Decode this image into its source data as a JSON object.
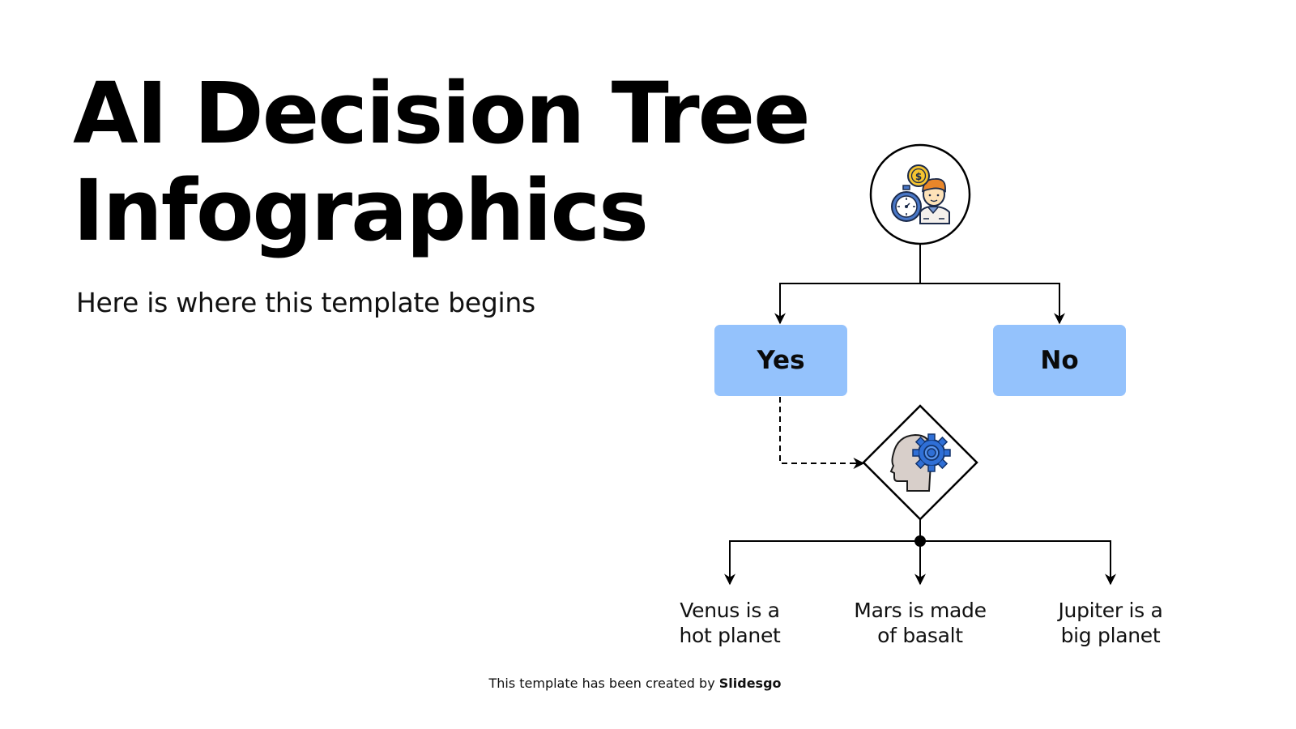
{
  "slide": {
    "title_line1": "AI Decision Tree",
    "title_line2": "Infographics",
    "subtitle": "Here is where this template begins"
  },
  "diagram": {
    "root_icon": "money-time-person-icon",
    "branches": [
      {
        "label": "Yes",
        "color": "#94C2FC"
      },
      {
        "label": "No",
        "color": "#94C2FC"
      }
    ],
    "decision_icon": "head-gear-icon",
    "outcomes": [
      {
        "line1": "Venus is a",
        "line2": "hot planet"
      },
      {
        "line1": "Mars is made",
        "line2": "of basalt"
      },
      {
        "line1": "Jupiter is a",
        "line2": "big planet"
      }
    ],
    "connector_color": "#000000"
  },
  "footer": {
    "prefix": "This template has been created by ",
    "brand": "Slidesgo"
  }
}
